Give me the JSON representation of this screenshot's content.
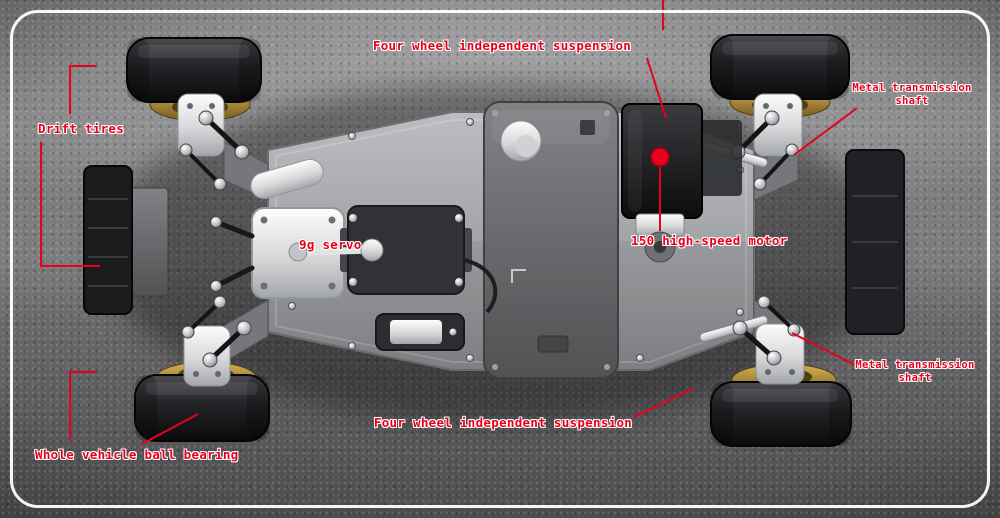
{
  "labels": {
    "suspension_top": "Four wheel independent suspension",
    "shaft_top_line1": "Metal transmission",
    "shaft_top_line2": "shaft",
    "drift_tires": "Drift tires",
    "servo": "9g servo",
    "motor": "150 high-speed motor",
    "shaft_bottom_line1": "Metal transmission",
    "shaft_bottom_line2": "shaft",
    "suspension_bottom": "Four wheel independent suspension",
    "ball_bearing": "Whole vehicle ball bearing"
  },
  "markers": {
    "motor_marker": "red-dot"
  },
  "colors": {
    "callout_red": "#e8001c",
    "frame_white": "#ffffff"
  }
}
